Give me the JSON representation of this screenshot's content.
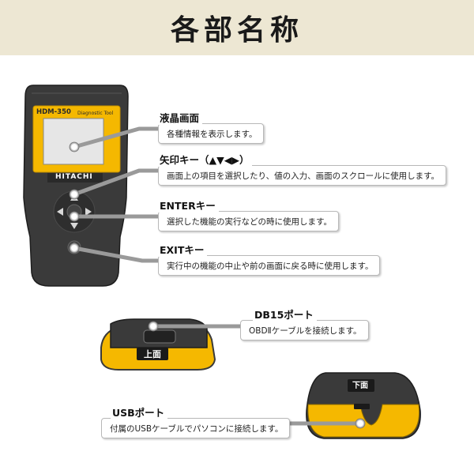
{
  "page_title": "各部名称",
  "device": {
    "model_label": "HDM-350",
    "tool_label": "Diagnostic Tool",
    "brand_label": "HITACHI"
  },
  "callouts": {
    "lcd": {
      "title": "液晶画面",
      "description": "各種情報を表示します。"
    },
    "arrow_keys": {
      "title": "矢印キー（▲▼◀▶）",
      "description": "画面上の項目を選択したり、値の入力、画面のスクロールに使用します。"
    },
    "enter_key": {
      "title": "ENTERキー",
      "description": "選択した機能の実行などの時に使用します。"
    },
    "exit_key": {
      "title": "EXITキー",
      "description": "実行中の機能の中止や前の画面に戻る時に使用します。"
    },
    "db15_port": {
      "title": "DB15ポート",
      "description": "OBDⅡケーブルを接続します。"
    },
    "usb_port": {
      "title": "USBポート",
      "description": "付属のUSBケーブルでパソコンに接続します。"
    }
  },
  "views": {
    "top_label": "上面",
    "bottom_label": "下面"
  },
  "colors": {
    "body_dark": "#3a3a3a",
    "accent_yellow": "#f5b800",
    "header_bg": "#ede7d3",
    "connector_line": "#9a9a9a"
  }
}
